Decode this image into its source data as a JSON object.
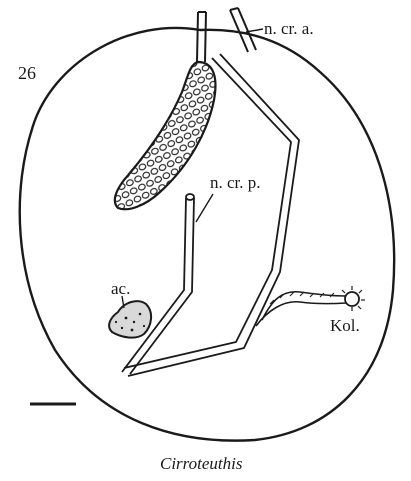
{
  "figure": {
    "number": "26",
    "caption": "Cirroteuthis"
  },
  "labels": {
    "n_cr_a": "n. cr. a.",
    "n_cr_p": "n. cr. p.",
    "ac": "ac.",
    "kol": "Kol."
  },
  "colors": {
    "ink": "#1a1a1a",
    "background": "#ffffff"
  }
}
